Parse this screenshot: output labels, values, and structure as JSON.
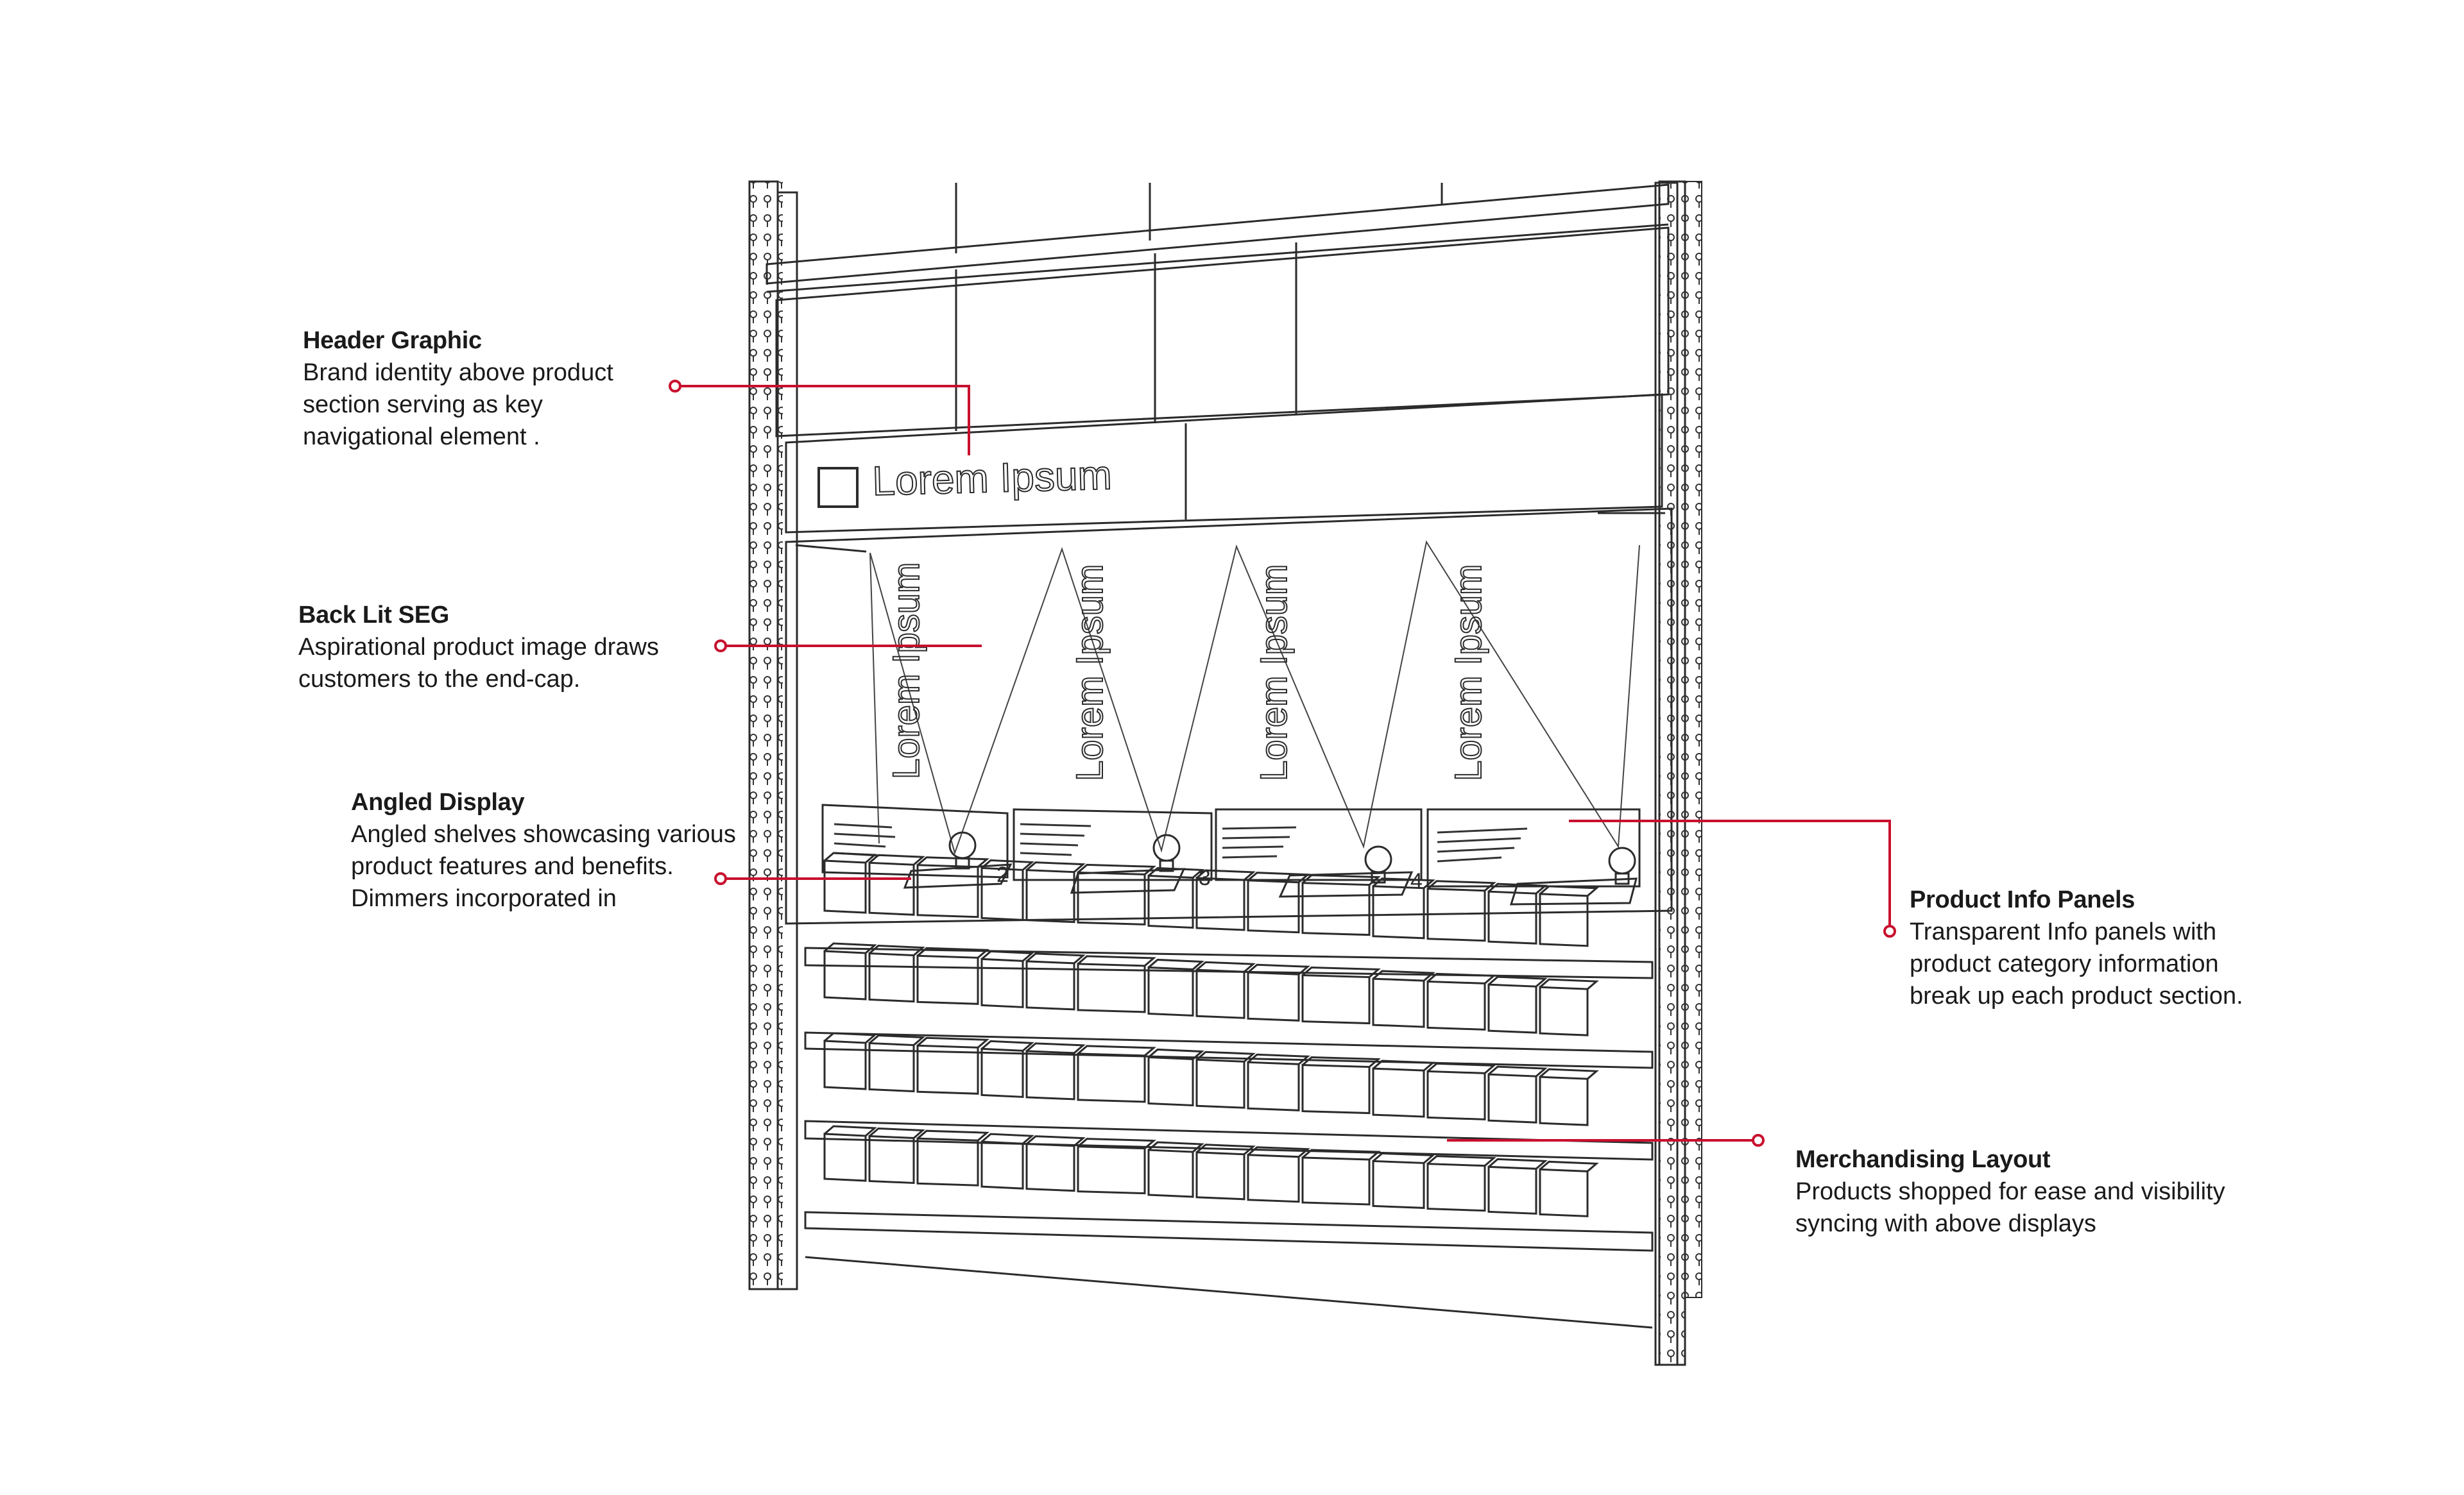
{
  "sketch": {
    "header_logo_text": "Lorem Ipsum",
    "seg_panel_text": [
      "Lorem Ipsum",
      "Lorem Ipsum",
      "Lorem Ipsum",
      "Lorem Ipsum"
    ],
    "section_numbers": [
      "2",
      "3",
      "4"
    ]
  },
  "callouts": {
    "header_graphic": {
      "title": "Header Graphic",
      "lines": [
        "Brand identity above product",
        "section serving as key",
        "navigational element ."
      ]
    },
    "back_lit_seg": {
      "title": "Back Lit SEG",
      "lines": [
        "Aspirational product image draws",
        "customers to the end-cap."
      ]
    },
    "angled_display": {
      "title": "Angled Display",
      "lines": [
        "Angled shelves showcasing various",
        "product features and benefits.",
        "Dimmers incorporated in"
      ]
    },
    "product_info_panels": {
      "title": "Product Info Panels",
      "lines": [
        "Transparent Info panels with",
        "product category information",
        "break up each product section."
      ]
    },
    "merchandising_layout": {
      "title": "Merchandising Layout",
      "lines": [
        "Products shopped for ease and visibility",
        "syncing with above displays"
      ]
    }
  },
  "colors": {
    "leader_line": "#c8102e",
    "sketch_line": "#2b2b2b",
    "text": "#1a1a1a"
  }
}
